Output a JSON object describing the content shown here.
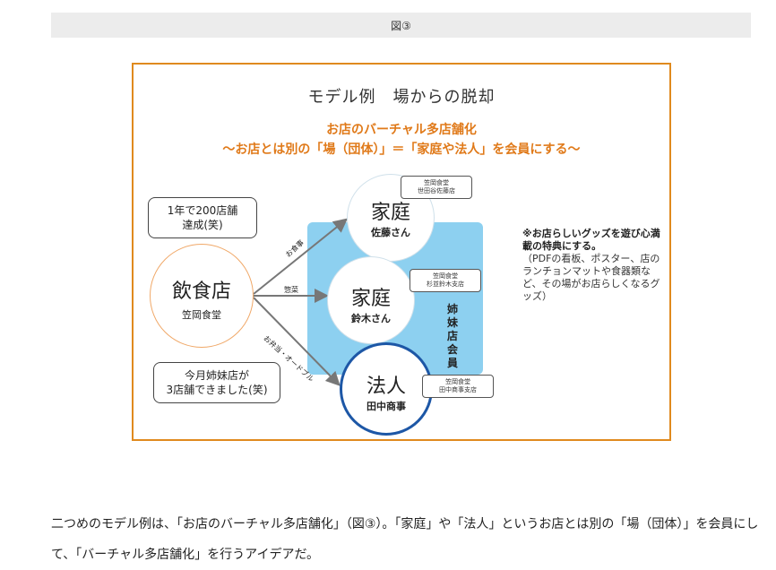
{
  "caption": "図③",
  "figure": {
    "title": "モデル例　場からの脱却",
    "subtitle1": "お店のバーチャル多店舗化",
    "subtitle2": "〜お店とは別の「場（団体）」＝「家庭や法人」を会員にする〜",
    "main": {
      "name": "飲食店",
      "sub": "笠岡食堂"
    },
    "bubble_top": [
      "1年で200店舗",
      "達成(笑)"
    ],
    "bubble_bottom": [
      "今月姉妹店が",
      "3店舗できました(笑)"
    ],
    "arrow_labels": [
      "お食事",
      "惣菜",
      "お弁当・オードブル"
    ],
    "nodes": [
      {
        "name": "家庭",
        "sub": "佐藤さん",
        "tag": [
          "笠岡食堂",
          "世田谷佐藤店"
        ]
      },
      {
        "name": "家庭",
        "sub": "鈴木さん",
        "tag": [
          "笠岡食堂",
          "杉並鈴木支店"
        ]
      },
      {
        "name": "法人",
        "sub": "田中商事",
        "tag": [
          "笠岡食堂",
          "田中商事支店"
        ]
      }
    ],
    "sister_label": "姉妹店会員",
    "note_bold": "※お店らしいグッズを遊び心満載の特典にする。",
    "note_plain": "（PDFの看板、ポスター、店のランチョンマットや食器類など、その場がお店らしくなるグッズ）"
  },
  "body_text": "二つめのモデル例は、「お店のバーチャル多店舗化」（図③）。「家庭」や「法人」というお店とは別の「場（団体）」を会員にして、「バーチャル多店舗化」を行うアイデアだ。"
}
